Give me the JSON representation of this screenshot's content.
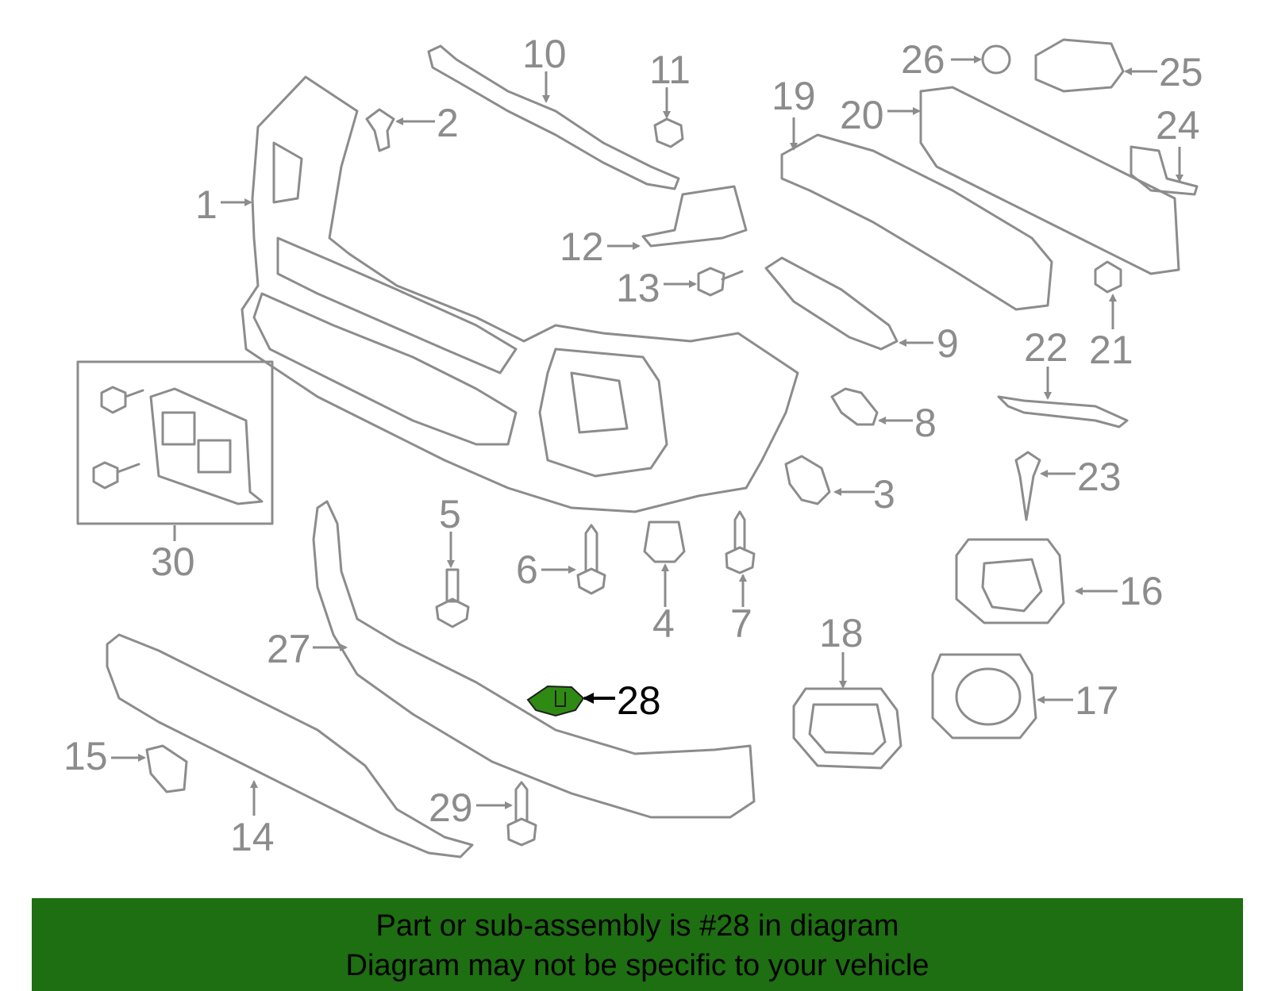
{
  "highlight_part": "28",
  "highlight_color": "#2f8a14",
  "banner_color": "#1e6e12",
  "banner": {
    "line1": "Part or sub-assembly is #28 in diagram",
    "line2": "Diagram may not be specific to your vehicle"
  },
  "callouts": [
    {
      "num": "1"
    },
    {
      "num": "2"
    },
    {
      "num": "3"
    },
    {
      "num": "4"
    },
    {
      "num": "5"
    },
    {
      "num": "6"
    },
    {
      "num": "7"
    },
    {
      "num": "8"
    },
    {
      "num": "9"
    },
    {
      "num": "10"
    },
    {
      "num": "11"
    },
    {
      "num": "12"
    },
    {
      "num": "13"
    },
    {
      "num": "14"
    },
    {
      "num": "15"
    },
    {
      "num": "16"
    },
    {
      "num": "17"
    },
    {
      "num": "18"
    },
    {
      "num": "19"
    },
    {
      "num": "20"
    },
    {
      "num": "21"
    },
    {
      "num": "22"
    },
    {
      "num": "23"
    },
    {
      "num": "24"
    },
    {
      "num": "25"
    },
    {
      "num": "26"
    },
    {
      "num": "27"
    },
    {
      "num": "28"
    },
    {
      "num": "29"
    },
    {
      "num": "30"
    }
  ]
}
